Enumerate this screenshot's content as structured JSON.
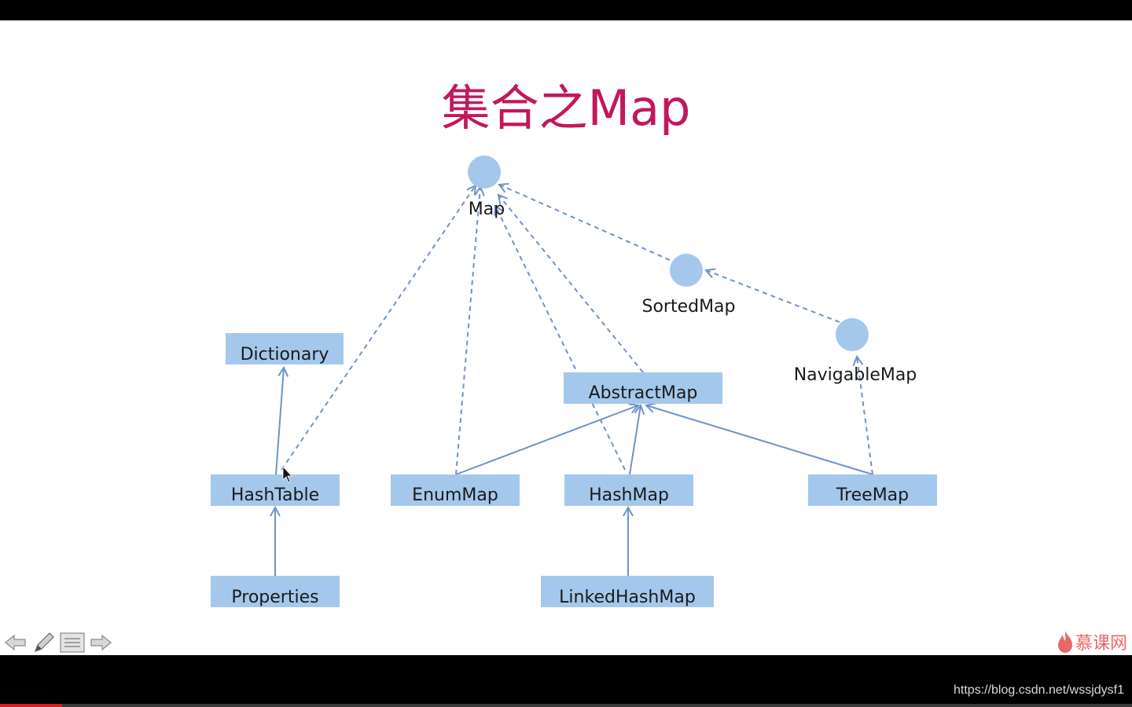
{
  "title": "集合之Map",
  "colors": {
    "title": "#c2185b",
    "node_fill": "#a4c8ec",
    "edge": "#6f93c7",
    "background": "#ffffff",
    "brand": "#e8686a"
  },
  "nodes": {
    "map": "Map",
    "sorted_map": "SortedMap",
    "navigable_map": "NavigableMap",
    "dictionary": "Dictionary",
    "abstract_map": "AbstractMap",
    "hash_table": "HashTable",
    "enum_map": "EnumMap",
    "hash_map": "HashMap",
    "tree_map": "TreeMap",
    "properties": "Properties",
    "linked_hash_map": "LinkedHashMap"
  },
  "toolbar": {
    "icons": [
      "back-arrow-icon",
      "pen-icon",
      "menu-icon",
      "forward-arrow-icon"
    ]
  },
  "brand": {
    "text": "慕课网",
    "icon": "flame-icon"
  },
  "watermark": "https://blog.csdn.net/wssjdysf1",
  "progress": {
    "fraction": 0.055
  }
}
